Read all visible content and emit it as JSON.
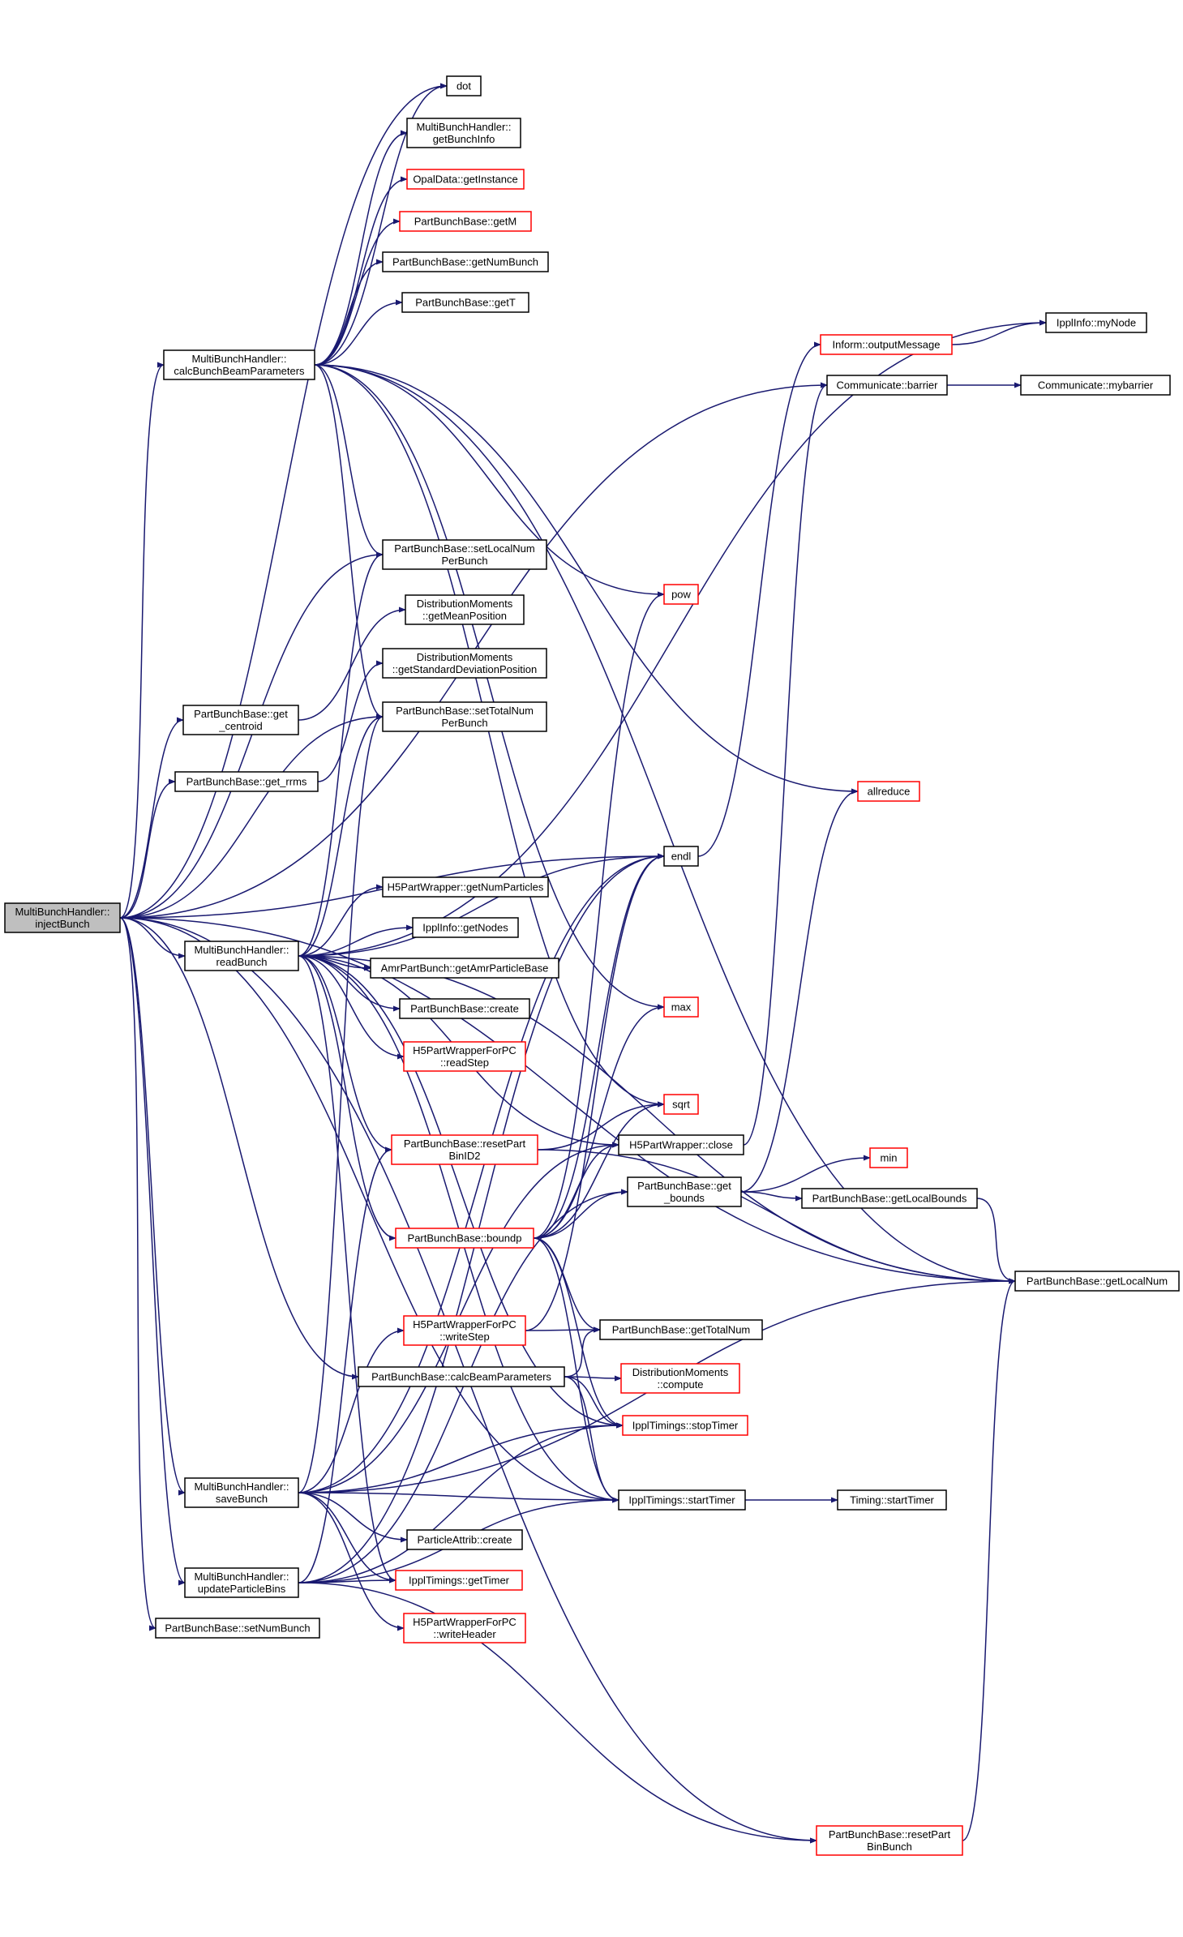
{
  "colors": {
    "edge": "#191970",
    "node_border": "#000000",
    "node_border_truncated": "#ff0000",
    "root_fill": "#bfbfbf",
    "node_fill": "#ffffff"
  },
  "nodes": [
    {
      "id": "injectBunch",
      "lines": [
        "MultiBunchHandler::",
        "injectBunch"
      ],
      "style": "root"
    },
    {
      "id": "calcBunchBeamParameters",
      "lines": [
        "MultiBunchHandler::",
        "calcBunchBeamParameters"
      ],
      "style": "normal"
    },
    {
      "id": "readBunch",
      "lines": [
        "MultiBunchHandler::",
        "readBunch"
      ],
      "style": "normal"
    },
    {
      "id": "saveBunch",
      "lines": [
        "MultiBunchHandler::",
        "saveBunch"
      ],
      "style": "normal"
    },
    {
      "id": "updateParticleBins",
      "lines": [
        "MultiBunchHandler::",
        "updateParticleBins"
      ],
      "style": "normal"
    },
    {
      "id": "get_centroid",
      "lines": [
        "PartBunchBase::get",
        "_centroid"
      ],
      "style": "normal"
    },
    {
      "id": "get_rrms",
      "lines": [
        "PartBunchBase::get_rrms"
      ],
      "style": "normal"
    },
    {
      "id": "setNumBunch",
      "lines": [
        "PartBunchBase::setNumBunch"
      ],
      "style": "normal"
    },
    {
      "id": "dot",
      "lines": [
        "dot"
      ],
      "style": "normal"
    },
    {
      "id": "getBunchInfo",
      "lines": [
        "MultiBunchHandler::",
        "getBunchInfo"
      ],
      "style": "normal"
    },
    {
      "id": "getInstance",
      "lines": [
        "OpalData::getInstance"
      ],
      "style": "truncated"
    },
    {
      "id": "getM",
      "lines": [
        "PartBunchBase::getM"
      ],
      "style": "truncated"
    },
    {
      "id": "getNumBunch",
      "lines": [
        "PartBunchBase::getNumBunch"
      ],
      "style": "normal"
    },
    {
      "id": "getT",
      "lines": [
        "PartBunchBase::getT"
      ],
      "style": "normal"
    },
    {
      "id": "setLocalNumPerBunch",
      "lines": [
        "PartBunchBase::setLocalNum",
        "PerBunch"
      ],
      "style": "normal"
    },
    {
      "id": "getMeanPosition",
      "lines": [
        "DistributionMoments",
        "::getMeanPosition"
      ],
      "style": "normal"
    },
    {
      "id": "getStdDevPosition",
      "lines": [
        "DistributionMoments",
        "::getStandardDeviationPosition"
      ],
      "style": "normal"
    },
    {
      "id": "setTotalNumPerBunch",
      "lines": [
        "PartBunchBase::setTotalNum",
        "PerBunch"
      ],
      "style": "normal"
    },
    {
      "id": "getNumParticles",
      "lines": [
        "H5PartWrapper::getNumParticles"
      ],
      "style": "normal"
    },
    {
      "id": "getNodes",
      "lines": [
        "IpplInfo::getNodes"
      ],
      "style": "normal"
    },
    {
      "id": "getAmrParticleBase",
      "lines": [
        "AmrPartBunch::getAmrParticleBase"
      ],
      "style": "normal"
    },
    {
      "id": "pbCreate",
      "lines": [
        "PartBunchBase::create"
      ],
      "style": "normal"
    },
    {
      "id": "readStep",
      "lines": [
        "H5PartWrapperForPC",
        "::readStep"
      ],
      "style": "truncated"
    },
    {
      "id": "resetPartBinID2",
      "lines": [
        "PartBunchBase::resetPart",
        "BinID2"
      ],
      "style": "truncated"
    },
    {
      "id": "boundp",
      "lines": [
        "PartBunchBase::boundp"
      ],
      "style": "truncated"
    },
    {
      "id": "writeStep",
      "lines": [
        "H5PartWrapperForPC",
        "::writeStep"
      ],
      "style": "truncated"
    },
    {
      "id": "calcBeamParameters",
      "lines": [
        "PartBunchBase::calcBeamParameters"
      ],
      "style": "normal"
    },
    {
      "id": "paCreate",
      "lines": [
        "ParticleAttrib::create"
      ],
      "style": "normal"
    },
    {
      "id": "getTimer",
      "lines": [
        "IpplTimings::getTimer"
      ],
      "style": "truncated"
    },
    {
      "id": "writeHeader",
      "lines": [
        "H5PartWrapperForPC",
        "::writeHeader"
      ],
      "style": "truncated"
    },
    {
      "id": "pow",
      "lines": [
        "pow"
      ],
      "style": "truncated"
    },
    {
      "id": "endl",
      "lines": [
        "endl"
      ],
      "style": "normal"
    },
    {
      "id": "max",
      "lines": [
        "max"
      ],
      "style": "truncated"
    },
    {
      "id": "sqrt",
      "lines": [
        "sqrt"
      ],
      "style": "truncated"
    },
    {
      "id": "h5close",
      "lines": [
        "H5PartWrapper::close"
      ],
      "style": "normal"
    },
    {
      "id": "get_bounds",
      "lines": [
        "PartBunchBase::get",
        "_bounds"
      ],
      "style": "normal"
    },
    {
      "id": "getTotalNum",
      "lines": [
        "PartBunchBase::getTotalNum"
      ],
      "style": "normal"
    },
    {
      "id": "dmCompute",
      "lines": [
        "DistributionMoments",
        "::compute"
      ],
      "style": "truncated"
    },
    {
      "id": "stopTimer",
      "lines": [
        "IpplTimings::stopTimer"
      ],
      "style": "truncated"
    },
    {
      "id": "startTimer",
      "lines": [
        "IpplTimings::startTimer"
      ],
      "style": "normal"
    },
    {
      "id": "resetPartBinBunch",
      "lines": [
        "PartBunchBase::resetPart",
        "BinBunch"
      ],
      "style": "truncated"
    },
    {
      "id": "outputMessage",
      "lines": [
        "Inform::outputMessage"
      ],
      "style": "truncated"
    },
    {
      "id": "barrier",
      "lines": [
        "Communicate::barrier"
      ],
      "style": "normal"
    },
    {
      "id": "allreduce",
      "lines": [
        "allreduce"
      ],
      "style": "truncated"
    },
    {
      "id": "min",
      "lines": [
        "min"
      ],
      "style": "truncated"
    },
    {
      "id": "getLocalBounds",
      "lines": [
        "PartBunchBase::getLocalBounds"
      ],
      "style": "normal"
    },
    {
      "id": "timingStartTimer",
      "lines": [
        "Timing::startTimer"
      ],
      "style": "normal"
    },
    {
      "id": "myNode",
      "lines": [
        "IpplInfo::myNode"
      ],
      "style": "normal"
    },
    {
      "id": "mybarrier",
      "lines": [
        "Communicate::mybarrier"
      ],
      "style": "normal"
    },
    {
      "id": "getLocalNum",
      "lines": [
        "PartBunchBase::getLocalNum"
      ],
      "style": "normal"
    }
  ],
  "edges": [
    [
      "injectBunch",
      "dot"
    ],
    [
      "injectBunch",
      "calcBunchBeamParameters"
    ],
    [
      "injectBunch",
      "setLocalNumPerBunch"
    ],
    [
      "injectBunch",
      "get_centroid"
    ],
    [
      "injectBunch",
      "get_rrms"
    ],
    [
      "injectBunch",
      "readBunch"
    ],
    [
      "injectBunch",
      "setTotalNumPerBunch"
    ],
    [
      "injectBunch",
      "endl"
    ],
    [
      "injectBunch",
      "barrier"
    ],
    [
      "injectBunch",
      "calcBeamParameters"
    ],
    [
      "injectBunch",
      "saveBunch"
    ],
    [
      "injectBunch",
      "updateParticleBins"
    ],
    [
      "injectBunch",
      "setNumBunch"
    ],
    [
      "injectBunch",
      "startTimer"
    ],
    [
      "injectBunch",
      "resetPartBinBunch"
    ],
    [
      "injectBunch",
      "getLocalNum"
    ],
    [
      "calcBunchBeamParameters",
      "dot"
    ],
    [
      "calcBunchBeamParameters",
      "getBunchInfo"
    ],
    [
      "calcBunchBeamParameters",
      "getInstance"
    ],
    [
      "calcBunchBeamParameters",
      "getM"
    ],
    [
      "calcBunchBeamParameters",
      "getNumBunch"
    ],
    [
      "calcBunchBeamParameters",
      "getT"
    ],
    [
      "calcBunchBeamParameters",
      "setLocalNumPerBunch"
    ],
    [
      "calcBunchBeamParameters",
      "setTotalNumPerBunch"
    ],
    [
      "calcBunchBeamParameters",
      "pow"
    ],
    [
      "calcBunchBeamParameters",
      "allreduce"
    ],
    [
      "calcBunchBeamParameters",
      "getLocalNum"
    ],
    [
      "calcBunchBeamParameters",
      "max"
    ],
    [
      "calcBunchBeamParameters",
      "sqrt"
    ],
    [
      "get_centroid",
      "getMeanPosition"
    ],
    [
      "get_rrms",
      "getStdDevPosition"
    ],
    [
      "readBunch",
      "getNumParticles"
    ],
    [
      "readBunch",
      "getNodes"
    ],
    [
      "readBunch",
      "getAmrParticleBase"
    ],
    [
      "readBunch",
      "pbCreate"
    ],
    [
      "readBunch",
      "readStep"
    ],
    [
      "readBunch",
      "endl"
    ],
    [
      "readBunch",
      "h5close"
    ],
    [
      "readBunch",
      "boundp"
    ],
    [
      "readBunch",
      "setLocalNumPerBunch"
    ],
    [
      "readBunch",
      "setTotalNumPerBunch"
    ],
    [
      "readBunch",
      "myNode"
    ],
    [
      "readBunch",
      "getLocalNum"
    ],
    [
      "readBunch",
      "getTimer"
    ],
    [
      "readBunch",
      "stopTimer"
    ],
    [
      "readBunch",
      "startTimer"
    ],
    [
      "readBunch",
      "resetPartBinID2"
    ],
    [
      "saveBunch",
      "writeStep"
    ],
    [
      "saveBunch",
      "paCreate"
    ],
    [
      "saveBunch",
      "getTimer"
    ],
    [
      "saveBunch",
      "writeHeader"
    ],
    [
      "saveBunch",
      "stopTimer"
    ],
    [
      "saveBunch",
      "startTimer"
    ],
    [
      "saveBunch",
      "endl"
    ],
    [
      "saveBunch",
      "h5close"
    ],
    [
      "saveBunch",
      "getLocalNum"
    ],
    [
      "saveBunch",
      "setTotalNumPerBunch"
    ],
    [
      "updateParticleBins",
      "resetPartBinID2"
    ],
    [
      "updateParticleBins",
      "getTimer"
    ],
    [
      "updateParticleBins",
      "startTimer"
    ],
    [
      "updateParticleBins",
      "stopTimer"
    ],
    [
      "updateParticleBins",
      "get_bounds"
    ],
    [
      "updateParticleBins",
      "resetPartBinBunch"
    ],
    [
      "updateParticleBins",
      "endl"
    ],
    [
      "resetPartBinID2",
      "sqrt"
    ],
    [
      "resetPartBinID2",
      "getLocalNum"
    ],
    [
      "boundp",
      "get_bounds"
    ],
    [
      "boundp",
      "getTotalNum"
    ],
    [
      "boundp",
      "stopTimer"
    ],
    [
      "boundp",
      "startTimer"
    ],
    [
      "boundp",
      "endl"
    ],
    [
      "boundp",
      "max"
    ],
    [
      "boundp",
      "sqrt"
    ],
    [
      "boundp",
      "pow"
    ],
    [
      "boundp",
      "h5close"
    ],
    [
      "writeStep",
      "getTotalNum"
    ],
    [
      "writeStep",
      "endl"
    ],
    [
      "calcBeamParameters",
      "getTotalNum"
    ],
    [
      "calcBeamParameters",
      "dmCompute"
    ],
    [
      "calcBeamParameters",
      "stopTimer"
    ],
    [
      "calcBeamParameters",
      "startTimer"
    ],
    [
      "get_bounds",
      "min"
    ],
    [
      "get_bounds",
      "getLocalBounds"
    ],
    [
      "get_bounds",
      "allreduce"
    ],
    [
      "getLocalBounds",
      "getLocalNum"
    ],
    [
      "endl",
      "outputMessage"
    ],
    [
      "h5close",
      "barrier"
    ],
    [
      "outputMessage",
      "myNode"
    ],
    [
      "barrier",
      "mybarrier"
    ],
    [
      "startTimer",
      "timingStartTimer"
    ],
    [
      "resetPartBinBunch",
      "getLocalNum"
    ]
  ]
}
